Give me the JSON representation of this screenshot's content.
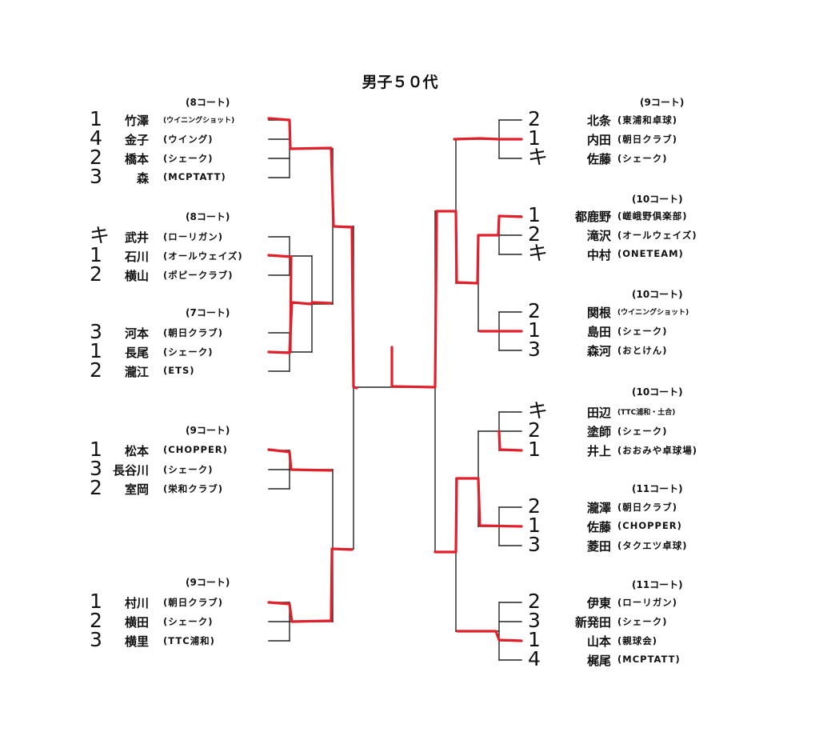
{
  "title": "男子５０代",
  "groups": [
    {
      "court": "(8コート)",
      "players": [
        {
          "rank": "1",
          "name": "竹澤",
          "club": "(ウイニングショット)"
        },
        {
          "rank": "4",
          "name": "金子",
          "club": "(ウイング)"
        },
        {
          "rank": "2",
          "name": "橋本",
          "club": "(シェーク)"
        },
        {
          "rank": "3",
          "name": "森",
          "club": "(MCPTATT)"
        }
      ]
    },
    {
      "court": "(8コート)",
      "players": [
        {
          "rank": "キ",
          "name": "武井",
          "club": "(ローリガン)"
        },
        {
          "rank": "1",
          "name": "石川",
          "club": "(オールウェイズ)"
        },
        {
          "rank": "2",
          "name": "横山",
          "club": "(ポピークラブ)"
        }
      ]
    },
    {
      "court": "(7コート)",
      "players": [
        {
          "rank": "3",
          "name": "河本",
          "club": "(朝日クラブ)"
        },
        {
          "rank": "1",
          "name": "長尾",
          "club": "(シェーク)"
        },
        {
          "rank": "2",
          "name": "瀧江",
          "club": "(ETS)"
        }
      ]
    },
    {
      "court": "(9コート)",
      "players": [
        {
          "rank": "1",
          "name": "松本",
          "club": "(CHOPPER)"
        },
        {
          "rank": "3",
          "name": "長谷川",
          "club": "(シェーク)"
        },
        {
          "rank": "2",
          "name": "室岡",
          "club": "(栄和クラブ)"
        }
      ]
    },
    {
      "court": "(9コート)",
      "players": [
        {
          "rank": "1",
          "name": "村川",
          "club": "(朝日クラブ)"
        },
        {
          "rank": "2",
          "name": "横田",
          "club": "(シェーク)"
        },
        {
          "rank": "3",
          "name": "横里",
          "club": "(TTC浦和)"
        }
      ]
    },
    {
      "court": "(9コート)",
      "players": [
        {
          "rank": "2",
          "name": "北条",
          "club": "(東浦和卓球)"
        },
        {
          "rank": "1",
          "name": "内田",
          "club": "(朝日クラブ)"
        },
        {
          "rank": "キ",
          "name": "佐藤",
          "club": "(シェーク)"
        }
      ]
    },
    {
      "court": "(10コート)",
      "players": [
        {
          "rank": "1",
          "name": "都鹿野",
          "club": "(嵯峨野倶楽部)"
        },
        {
          "rank": "2",
          "name": "滝沢",
          "club": "(オールウェイズ)"
        },
        {
          "rank": "キ",
          "name": "中村",
          "club": "(ONETEAM)"
        }
      ]
    },
    {
      "court": "(10コート)",
      "players": [
        {
          "rank": "2",
          "name": "関根",
          "club": "(ウイニングショット)"
        },
        {
          "rank": "1",
          "name": "島田",
          "club": "(シェーク)"
        },
        {
          "rank": "3",
          "name": "森河",
          "club": "(おとけん)"
        }
      ]
    },
    {
      "court": "(10コート)",
      "players": [
        {
          "rank": "キ",
          "name": "田辺",
          "club": "(TTC浦和・土合)"
        },
        {
          "rank": "2",
          "name": "塗師",
          "club": "(シェーク)"
        },
        {
          "rank": "1",
          "name": "井上",
          "club": "(おおみや卓球場)"
        }
      ]
    },
    {
      "court": "(11コート)",
      "players": [
        {
          "rank": "2",
          "name": "瀧澤",
          "club": "(朝日クラブ)"
        },
        {
          "rank": "1",
          "name": "佐藤",
          "club": "(CHOPPER)"
        },
        {
          "rank": "3",
          "name": "菱田",
          "club": "(タクエツ卓球)"
        }
      ]
    },
    {
      "court": "(11コート)",
      "players": [
        {
          "rank": "2",
          "name": "伊東",
          "club": "(ローリガン)"
        },
        {
          "rank": "3",
          "name": "新発田",
          "club": "(シェーク)"
        },
        {
          "rank": "1",
          "name": "山本",
          "club": "(親球会)"
        },
        {
          "rank": "4",
          "name": "梶尾",
          "club": "(MCPTATT)"
        }
      ]
    }
  ],
  "colors": {
    "line": "#222222",
    "winner": "#e0202a",
    "ink": "#111111"
  }
}
